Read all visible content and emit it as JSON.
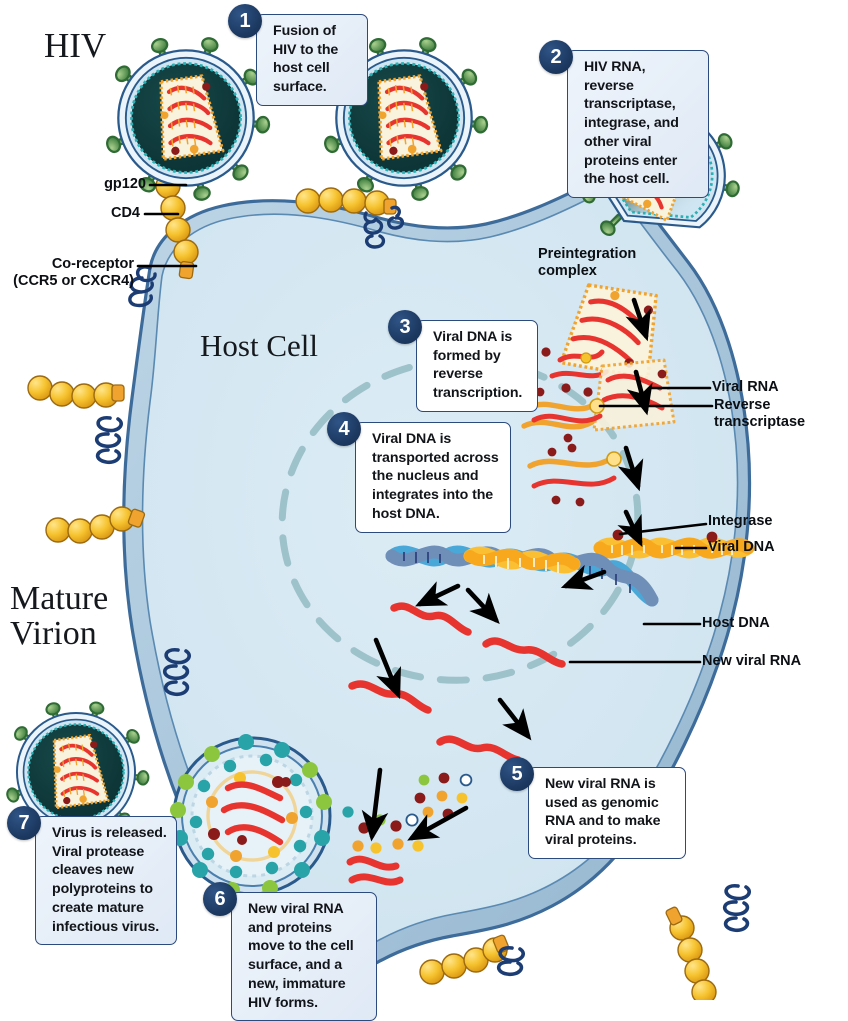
{
  "diagram": {
    "title_hiv": "HIV",
    "title_host_cell": "Host Cell",
    "title_mature_virion": "Mature\nVirion"
  },
  "labels": {
    "gp120": "gp120",
    "cd4": "CD4",
    "coreceptor": "Co-receptor\n(CCR5 or CXCR4)",
    "preintegration": "Preintegration\ncomplex",
    "viral_rna": "Viral RNA",
    "reverse_transcriptase": "Reverse\ntranscriptase",
    "integrase": "Integrase",
    "viral_dna": "Viral DNA",
    "host_dna": "Host DNA",
    "new_viral_rna": "New viral RNA"
  },
  "steps": [
    {
      "number": "1",
      "text": "Fusion of HIV to the host cell surface."
    },
    {
      "number": "2",
      "text": "HIV RNA, reverse transcriptase, integrase, and other viral proteins enter the host cell."
    },
    {
      "number": "3",
      "text": "Viral DNA is formed by reverse transcription."
    },
    {
      "number": "4",
      "text": "Viral DNA is transported across the nucleus and integrates into the host DNA."
    },
    {
      "number": "5",
      "text": "New viral RNA is used as genomic RNA and to make viral proteins."
    },
    {
      "number": "6",
      "text": "New viral RNA and proteins move to the cell surface, and a new, immature HIV forms."
    },
    {
      "number": "7",
      "text": "Virus is released. Viral protease cleaves new polyproteins to create mature infectious virus."
    }
  ],
  "colors": {
    "cytoplasm": "#d5e8f2",
    "membrane_band": "#a8c4da",
    "membrane_stroke": "#3d6b9a",
    "badge_navy": "#1d3a63",
    "callout_border": "#2b4a7d",
    "virion_envelope": "#0f3b3c",
    "gp120_green": "#5aa05a",
    "cd4_yellow": "#f2c13c",
    "coreceptor_navy": "#1c3c74",
    "rna_red": "#e8342f",
    "capsid_cream": "#f7f0d8",
    "capsid_orange": "#f0a32e",
    "viral_dna_yellow": "#fbbf33",
    "host_dna_blue": "#4aa8d8",
    "nucleus_dash": "#9dc2ca",
    "protein_teal": "#28a3a8",
    "protein_green": "#8cc63f",
    "protein_darkred": "#8b1a1a",
    "leader_black": "#000000"
  }
}
